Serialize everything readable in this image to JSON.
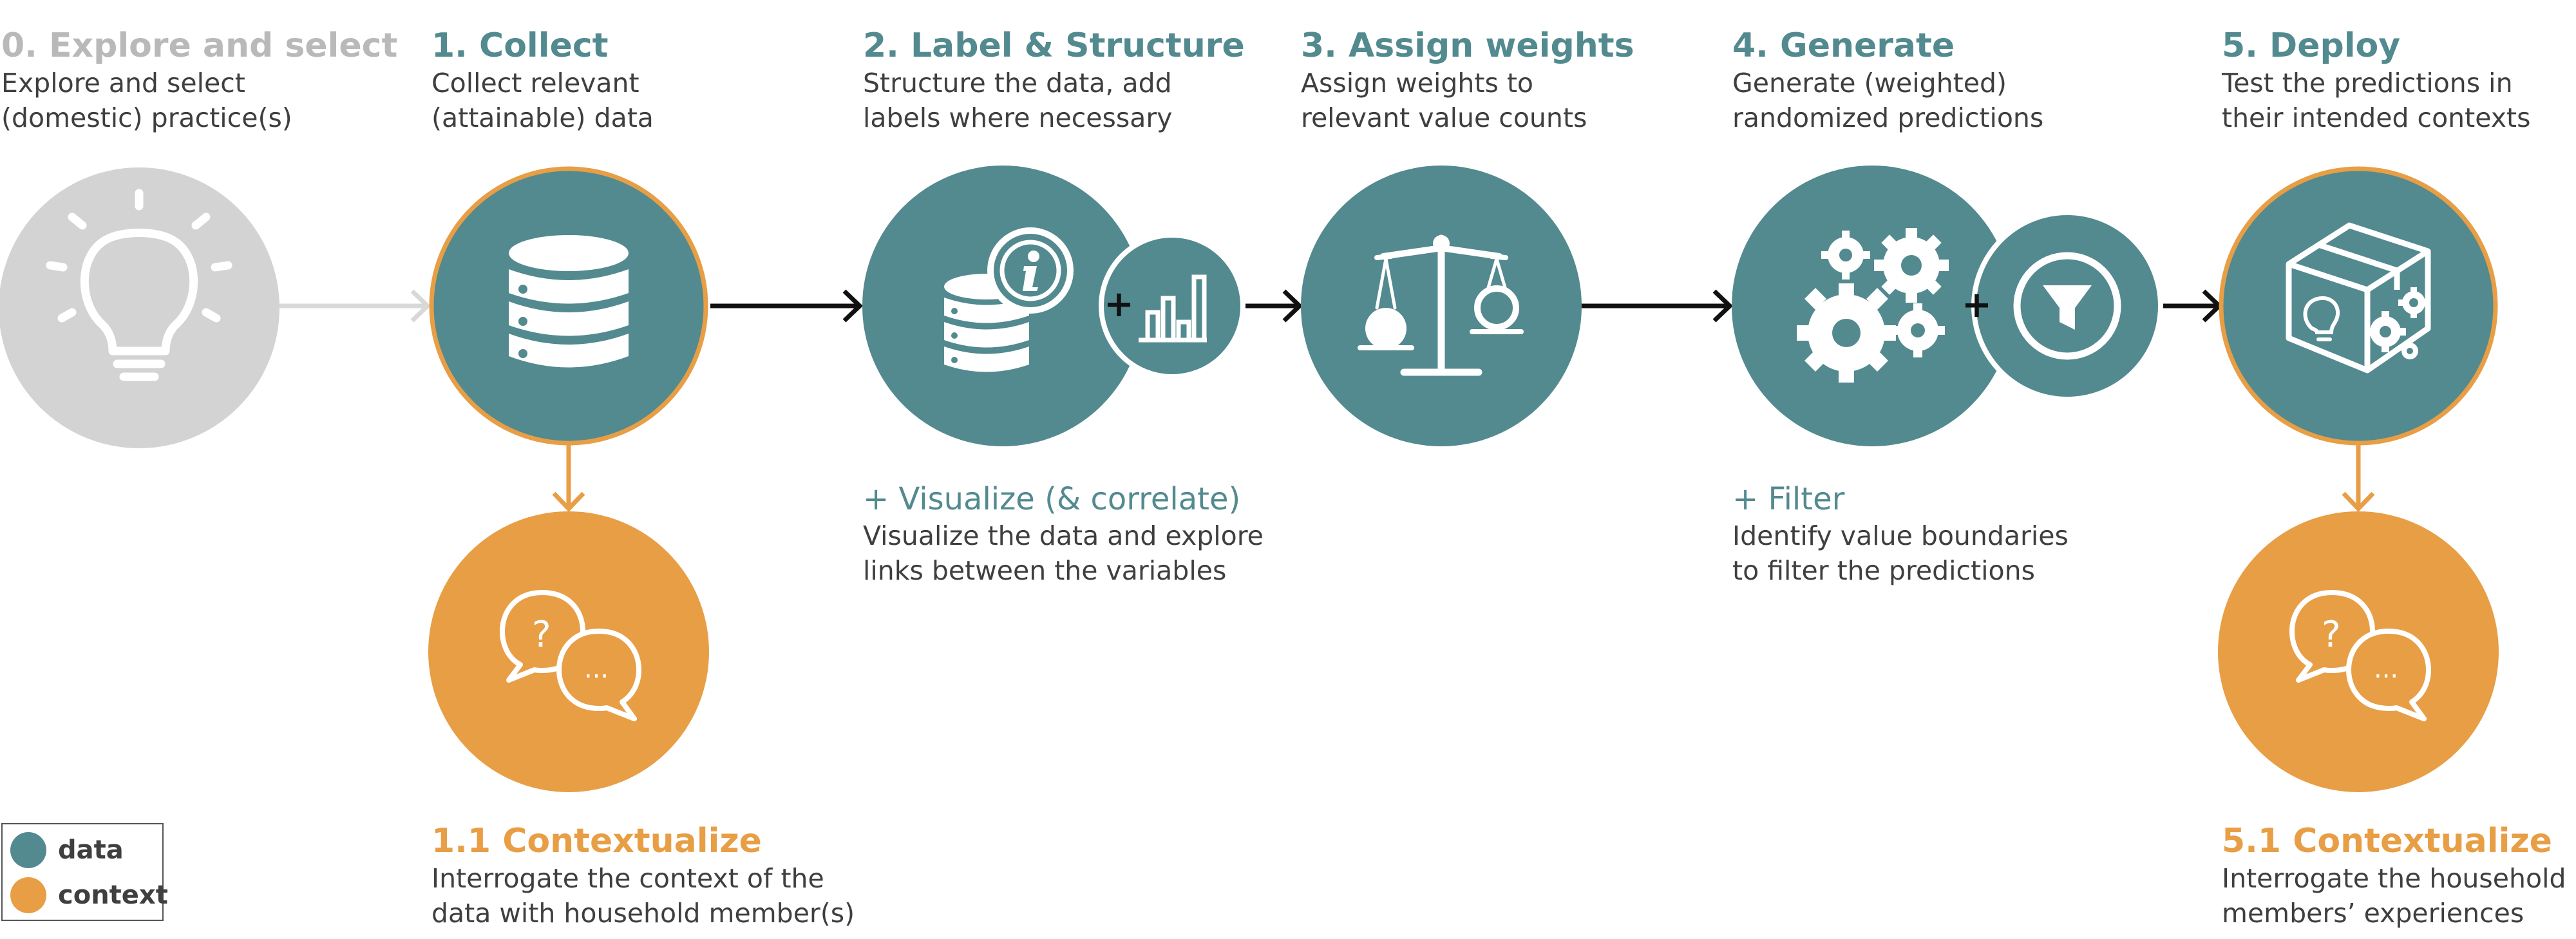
{
  "colors": {
    "data": "#528a8f",
    "context": "#e89e45",
    "inactive": "#d3d3d3",
    "ring": "#e89e45",
    "arrow": "#111111",
    "inactive_arrow": "#d8d8d8"
  },
  "steps": [
    {
      "title": "0. Explore and select",
      "desc_line1": "Explore and select",
      "desc_line2": "(domestic) practice(s)",
      "icon": "lightbulb-icon"
    },
    {
      "title": "1. Collect",
      "desc_line1": "Collect relevant",
      "desc_line2": "(attainable) data",
      "icon": "database-icon"
    },
    {
      "title": "2. Label & Structure",
      "desc_line1": "Structure the data, add",
      "desc_line2": "labels where necessary",
      "icon": "database-info-icon"
    },
    {
      "title": "3. Assign weights",
      "desc_line1": "Assign weights to",
      "desc_line2": "relevant value counts",
      "icon": "scale-icon"
    },
    {
      "title": "4. Generate",
      "desc_line1": "Generate (weighted)",
      "desc_line2": "randomized predictions",
      "icon": "gears-icon"
    },
    {
      "title": "5. Deploy",
      "desc_line1": "Test the predictions in",
      "desc_line2": "their intended contexts",
      "icon": "box-icon"
    }
  ],
  "addons": [
    {
      "title": "+ Visualize (& correlate)",
      "desc_line1": "Visualize the data and explore",
      "desc_line2": "links between the variables",
      "icon": "bar-chart-icon"
    },
    {
      "title": "+ Filter",
      "desc_line1": "Identify value boundaries",
      "desc_line2": "to filter the predictions",
      "icon": "filter-icon"
    }
  ],
  "context_steps": [
    {
      "title": "1.1 Contextualize",
      "desc_line1": "Interrogate the context of the",
      "desc_line2": "data with household member(s)",
      "icon": "chat-bubbles-icon"
    },
    {
      "title": "5.1 Contextualize",
      "desc_line1": "Interrogate the household",
      "desc_line2": "members’ experiences",
      "icon": "chat-bubbles-icon"
    }
  ],
  "legend": {
    "data_label": "data",
    "context_label": "context"
  }
}
